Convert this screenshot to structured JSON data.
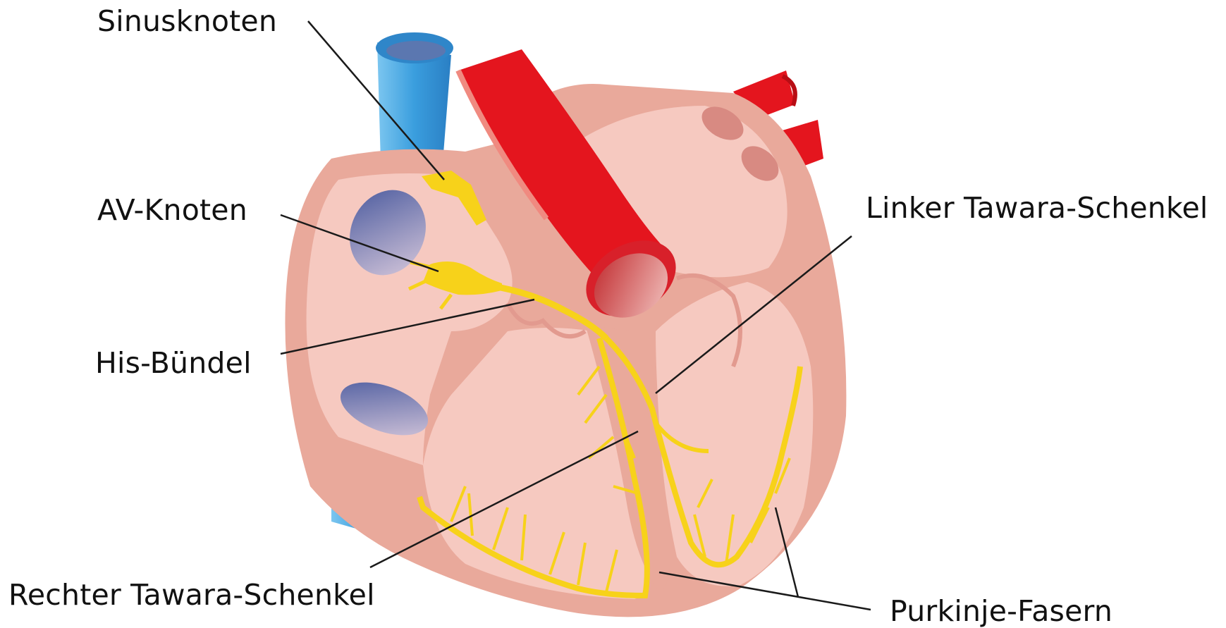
{
  "labels": {
    "sinusknoten": "Sinusknoten",
    "av_knoten": "AV-Knoten",
    "his_buendel": "His-Bündel",
    "rechter_tawara": "Rechter Tawara-Schenkel",
    "linker_tawara": "Linker Tawara-Schenkel",
    "purkinje": "Purkinje-Fasern"
  },
  "colors": {
    "vena_cava": "#3a9ede",
    "aorta": "#e4151e",
    "heart_wall": "#e9a99b",
    "heart_inner": "#f6c9c0",
    "conduction": "#f7d21a",
    "vessel_opening": "#5a6aa8",
    "leader_line": "#1a1a1a"
  }
}
